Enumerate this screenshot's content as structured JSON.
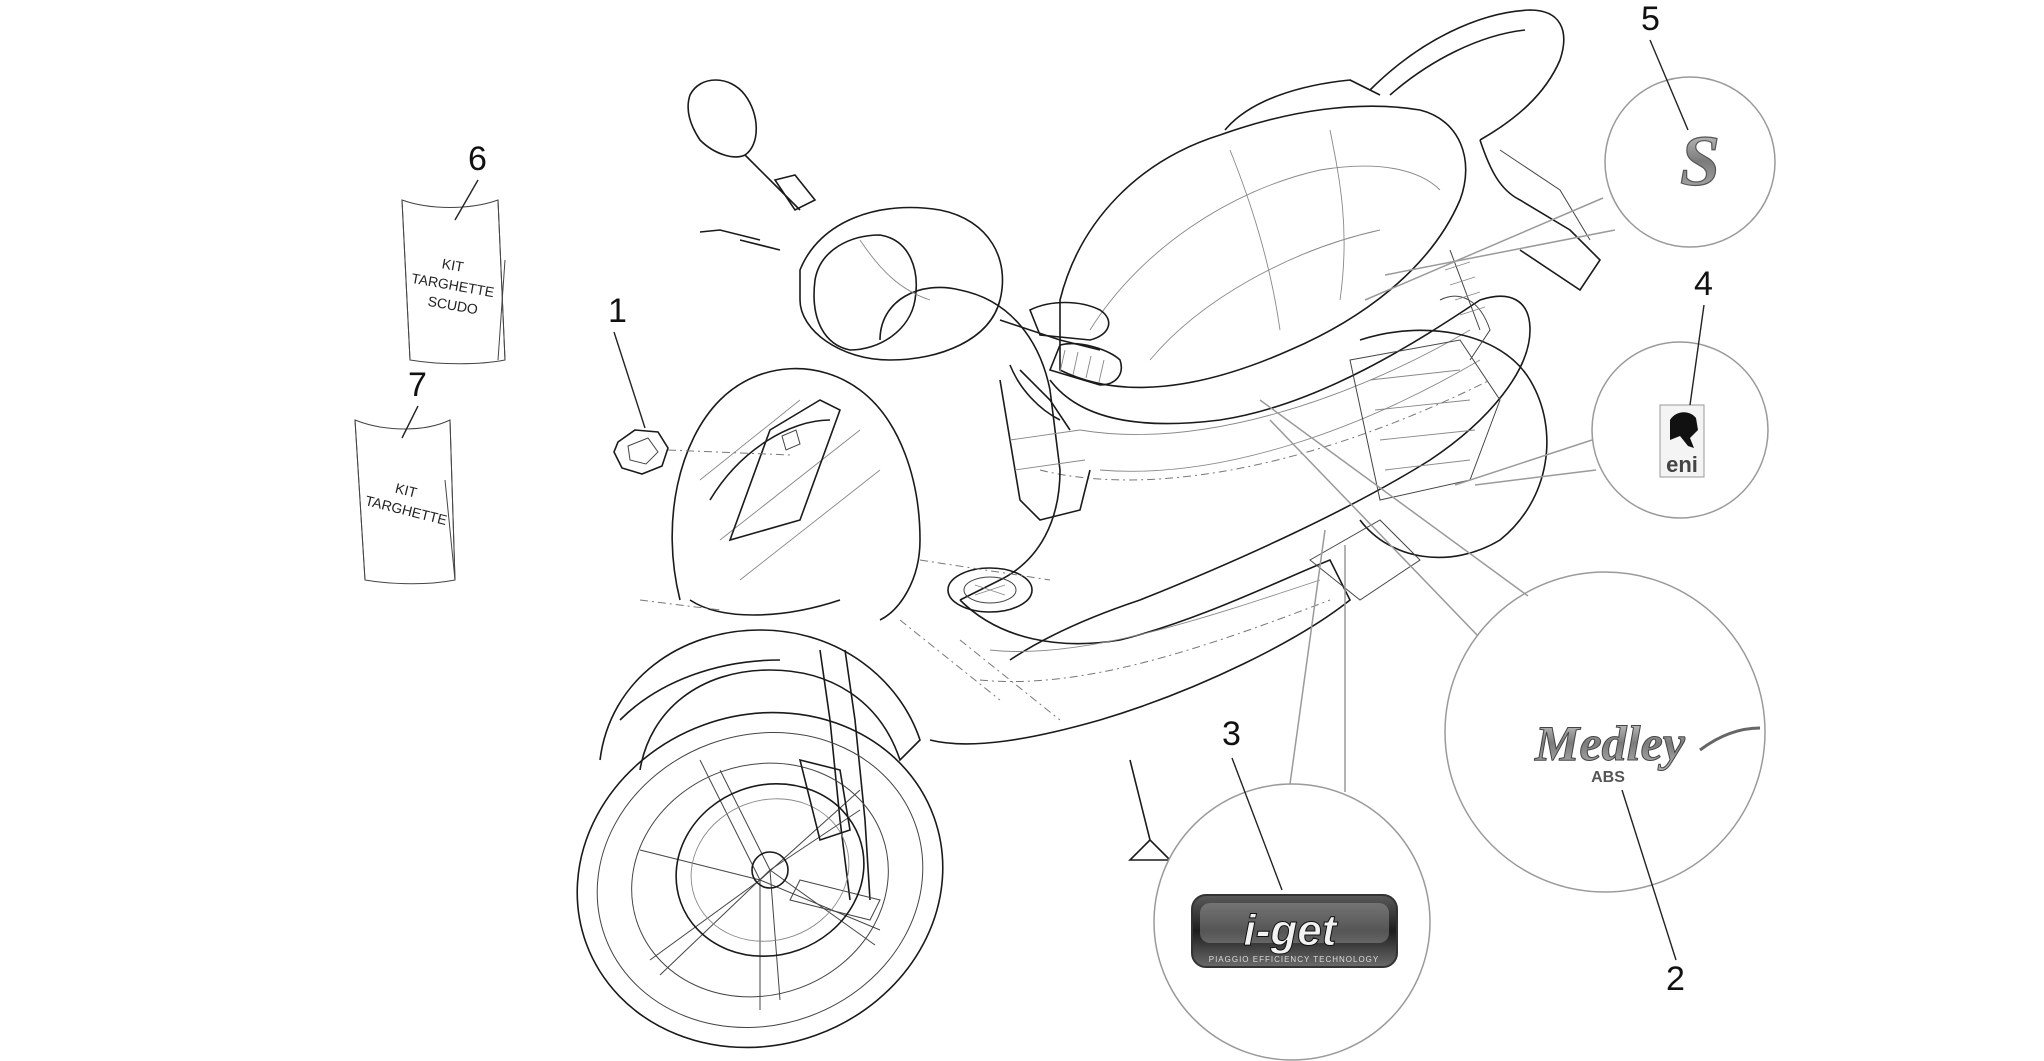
{
  "callouts": [
    {
      "number": "1",
      "item": "badge emblem"
    },
    {
      "number": "2",
      "item": "Medley ABS decal"
    },
    {
      "number": "3",
      "item": "i-get decal"
    },
    {
      "number": "4",
      "item": "eni decal"
    },
    {
      "number": "5",
      "item": "S decal"
    },
    {
      "number": "6",
      "item": "kit targhette scudo"
    },
    {
      "number": "7",
      "item": "kit targhette"
    }
  ],
  "kits": {
    "kit6": {
      "line1": "KIT",
      "line2": "TARGHETTE",
      "line3": "SCUDO"
    },
    "kit7": {
      "line1": "KIT",
      "line2": "TARGHETTE"
    }
  },
  "decals": {
    "s_logo": "S",
    "eni_logo": "eni",
    "medley": "Medley",
    "abs": "ABS",
    "iget": "i-get",
    "iget_tagline": "PIAGGIO EFFICIENCY TECHNOLOGY"
  },
  "colors": {
    "line": "#1a1a1a",
    "callout_circle": "#9a9a9a",
    "decal_silver": "#8a8a8a"
  }
}
